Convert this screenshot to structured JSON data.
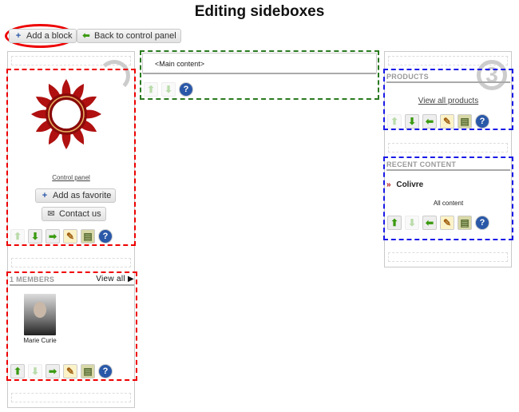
{
  "title": "Editing sideboxes",
  "toolbar": {
    "add_block": "Add a block",
    "back": "Back to control panel"
  },
  "main": {
    "label": "<Main content>"
  },
  "left": {
    "profile": {
      "control_panel": "Control panel",
      "add_favorite": "Add as favorite",
      "contact": "Contact us"
    },
    "members": {
      "count": "1",
      "title": "MEMBERS",
      "view_all": "View all",
      "member_name": "Marie Curie"
    }
  },
  "right": {
    "column_number": "3",
    "products": {
      "title": "PRODUCTS",
      "view_all": "View all products"
    },
    "recent": {
      "title": "RECENT CONTENT",
      "item": "Colivre",
      "all": "All content"
    }
  },
  "icons": {
    "up": "⬆",
    "down": "⬇",
    "right": "➡",
    "left": "⬅",
    "edit": "✎",
    "archive": "▤",
    "help": "?",
    "plus": "+",
    "mail": "✉",
    "chevron": "»",
    "play": "▶"
  }
}
